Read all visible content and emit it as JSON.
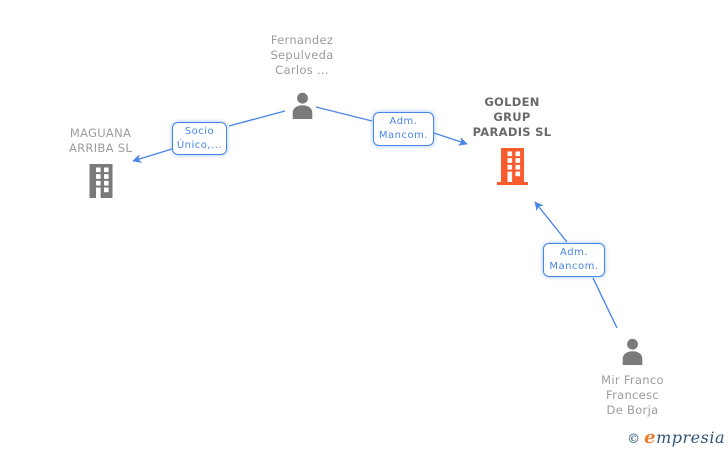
{
  "diagram": {
    "nodes": {
      "fernandez": {
        "type": "person",
        "label_lines": [
          "Fernandez",
          "Sepulveda",
          "Carlos ..."
        ]
      },
      "maguana": {
        "type": "company",
        "label_lines": [
          "MAGUANA",
          "ARRIBA SL"
        ]
      },
      "golden": {
        "type": "company",
        "highlighted": true,
        "label_lines": [
          "GOLDEN",
          "GRUP",
          "PARADIS SL"
        ]
      },
      "mir": {
        "type": "person",
        "label_lines": [
          "Mir Franco",
          "Francesc",
          "De Borja"
        ]
      }
    },
    "edges": [
      {
        "from": "Fernandez Sepulveda Carlos",
        "to": "MAGUANA ARRIBA SL",
        "label_lines": [
          "Socio",
          "Único,..."
        ]
      },
      {
        "from": "Fernandez Sepulveda Carlos",
        "to": "GOLDEN GRUP PARADIS SL",
        "label_lines": [
          "Adm.",
          "Mancom."
        ]
      },
      {
        "from": "Mir Franco Francesc De Borja",
        "to": "GOLDEN GRUP PARADIS SL",
        "label_lines": [
          "Adm.",
          "Mancom."
        ]
      }
    ],
    "colors": {
      "edge_blue": "#4a86e8",
      "icon_gray": "#7a7a7a",
      "label_gray": "#9c9c9c",
      "highlight_label_gray": "#696969",
      "highlight_company_orange": "#fa5b2d"
    }
  },
  "footer": {
    "copyright_symbol": "©",
    "brand_initial": "e",
    "brand_rest": "mpresia",
    "logo_colors": {
      "copyright": "#5b7f96",
      "initial_orange": "#ee7d2d",
      "rest_navy": "#335571"
    }
  }
}
